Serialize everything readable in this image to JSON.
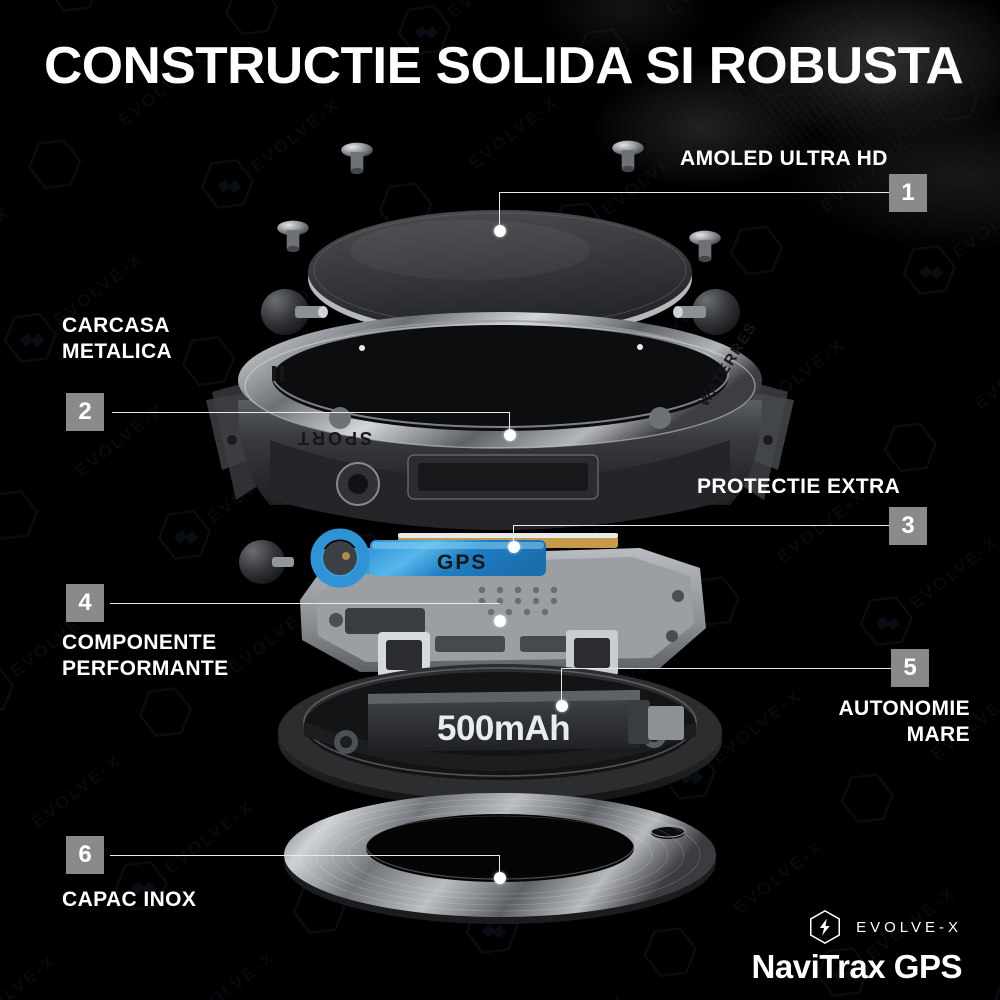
{
  "page": {
    "title": "CONSTRUCTIE SOLIDA SI ROBUSTA",
    "background_color": "#000000",
    "accent_color": "#8a8a8a",
    "text_color": "#ffffff",
    "watermark_text": "EVOLVE-X"
  },
  "callouts": [
    {
      "number": "1",
      "label": "AMOLED ULTRA HD",
      "part": "display-glass"
    },
    {
      "number": "2",
      "label_line1": "CARCASA",
      "label_line2": "METALICA",
      "part": "metal-case"
    },
    {
      "number": "3",
      "label": "PROTECTIE EXTRA",
      "part": "bezel-protection"
    },
    {
      "number": "4",
      "label_line1": "COMPONENTE",
      "label_line2": "PERFORMANTE",
      "part": "mainboard"
    },
    {
      "number": "5",
      "label_line1": "AUTONOMIE",
      "label_line2": "MARE",
      "part": "battery"
    },
    {
      "number": "6",
      "label": "CAPAC INOX",
      "part": "back-cover"
    }
  ],
  "part_markings": {
    "gps_module": "GPS",
    "battery_capacity": "500mAh",
    "bezel_engraving_left": "SPORT",
    "bezel_engraving_right": "WATERRES"
  },
  "brand": {
    "logo_text": "EVOLVE-X",
    "product_name": "NaviTrax GPS",
    "logo_icon": "hexagon-bolt-icon"
  }
}
